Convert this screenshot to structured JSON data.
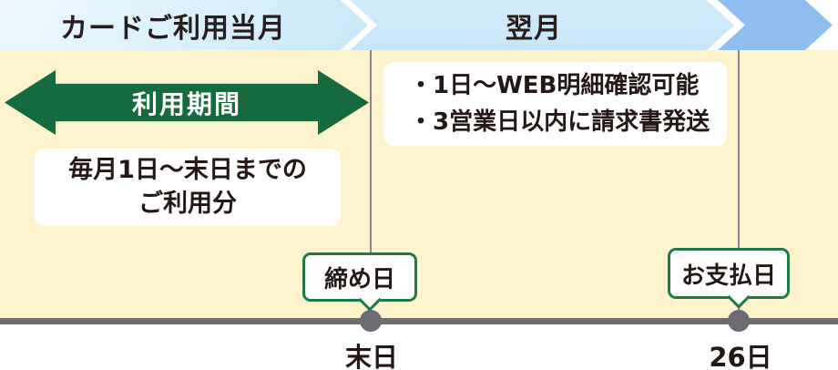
{
  "banner": {
    "segments": [
      {
        "label": "カードご利用当月"
      },
      {
        "label": "翌月"
      },
      {
        "label": ""
      }
    ]
  },
  "usage_period_arrow": {
    "label": "利用期間"
  },
  "usage_note": {
    "line1": "毎月1日〜末日までの",
    "line2": "ご利用分"
  },
  "billing_notes": {
    "items": [
      "・1日〜WEB明細確認可能",
      "・3営業日以内に請求書発送"
    ]
  },
  "timeline": {
    "closing": {
      "bubble_label": "締め日",
      "tick_label": "末日"
    },
    "payment": {
      "bubble_label": "お支払日",
      "tick_label": "26日"
    }
  },
  "colors": {
    "background_cream": "#fcf3cd",
    "banner_light_blue": "#d9f0fb",
    "banner_mid_blue": "#c9e7fa",
    "banner_dark_blue": "#8fbef1",
    "arrow_green": "#156b3d",
    "bubble_border_green": "#1b7a45",
    "timeline_gray": "#716c74",
    "text_dark": "#231815"
  }
}
